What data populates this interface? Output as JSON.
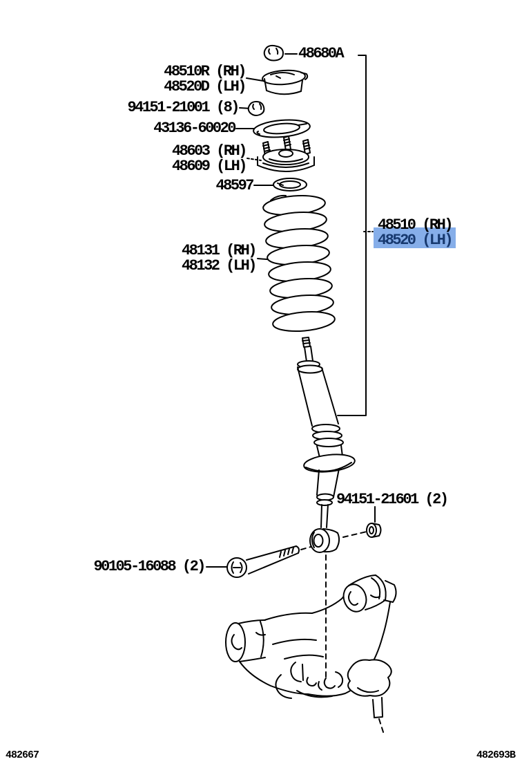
{
  "diagram_type": "parts-diagram-front-shock-absorber-coil-spring",
  "colors": {
    "background": "#ffffff",
    "line": "#000000",
    "highlight_bg": "#86aee9",
    "highlight_text": "#17396f"
  },
  "parts": {
    "top_nut": {
      "label": "48680A",
      "icon": "nut-line-art"
    },
    "support": {
      "label_rh": "48510R (RH)",
      "label_lh": "48520D (LH)",
      "icon": "support-cushion-line-art"
    },
    "nut_8": {
      "label": "94151-21001 (8)",
      "icon": "nut-line-art"
    },
    "dust_seal": {
      "label": "43136-60020",
      "icon": "seal-washer-line-art"
    },
    "strut_mount": {
      "label_rh": "48603 (RH)",
      "label_lh": "48609 (LH)",
      "icon": "strut-mount-line-art"
    },
    "seat_ring": {
      "label": "48597",
      "icon": "spring-seat-ring-line-art"
    },
    "coil_spring": {
      "label_rh": "48131 (RH)",
      "label_lh": "48132 (LH)",
      "icon": "coil-spring-line-art"
    },
    "shock_assy": {
      "label_rh": "48510 (RH)",
      "label_lh": "48520 (LH)",
      "icon": "shock-absorber-line-art",
      "highlighted_line": "48520 (LH)"
    },
    "nut_2": {
      "label": "94151-21601 (2)",
      "icon": "nut-line-art"
    },
    "bolt_2": {
      "label": "90105-16088 (2)",
      "icon": "bolt-line-art"
    }
  },
  "footer": {
    "left_code": "482667",
    "right_code": "482693B"
  }
}
